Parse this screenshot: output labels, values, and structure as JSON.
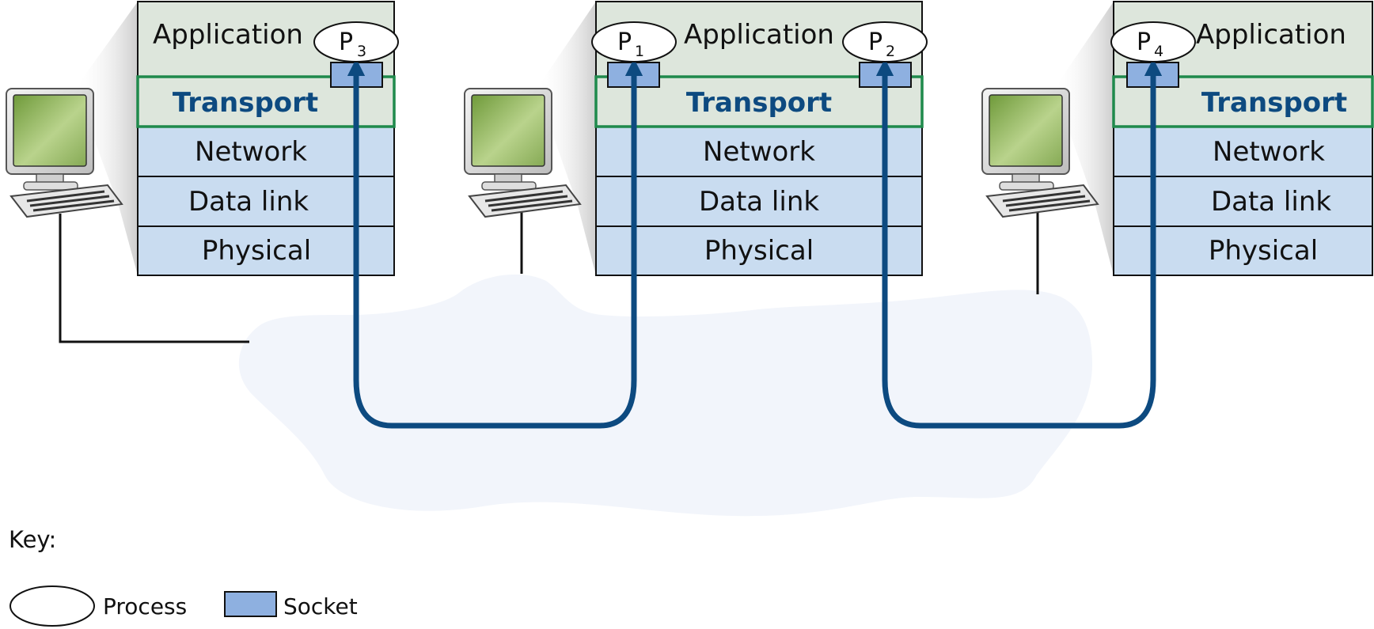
{
  "hosts": [
    {
      "layers": {
        "application": "Application",
        "transport": "Transport",
        "network": "Network",
        "data_link": "Data link",
        "physical": "Physical"
      },
      "processes": [
        {
          "letter": "P",
          "sub": "3"
        }
      ]
    },
    {
      "layers": {
        "application": "Application",
        "transport": "Transport",
        "network": "Network",
        "data_link": "Data link",
        "physical": "Physical"
      },
      "processes": [
        {
          "letter": "P",
          "sub": "1"
        },
        {
          "letter": "P",
          "sub": "2"
        }
      ]
    },
    {
      "layers": {
        "application": "Application",
        "transport": "Transport",
        "network": "Network",
        "data_link": "Data link",
        "physical": "Physical"
      },
      "processes": [
        {
          "letter": "P",
          "sub": "4"
        }
      ]
    }
  ],
  "key": {
    "title": "Key:",
    "process_label": "Process",
    "socket_label": "Socket"
  },
  "colors": {
    "application_bg": "#dde6dc",
    "lower_layer_bg": "#c9dcf0",
    "transport_border": "#1f8a4c",
    "transport_text": "#0d4a80",
    "socket_fill": "#8eb0e0",
    "connection_line": "#0d4a80",
    "cloud_fill": "#f2f5fb"
  },
  "icons": [
    "desktop-computer-icon",
    "network-cloud-icon"
  ]
}
